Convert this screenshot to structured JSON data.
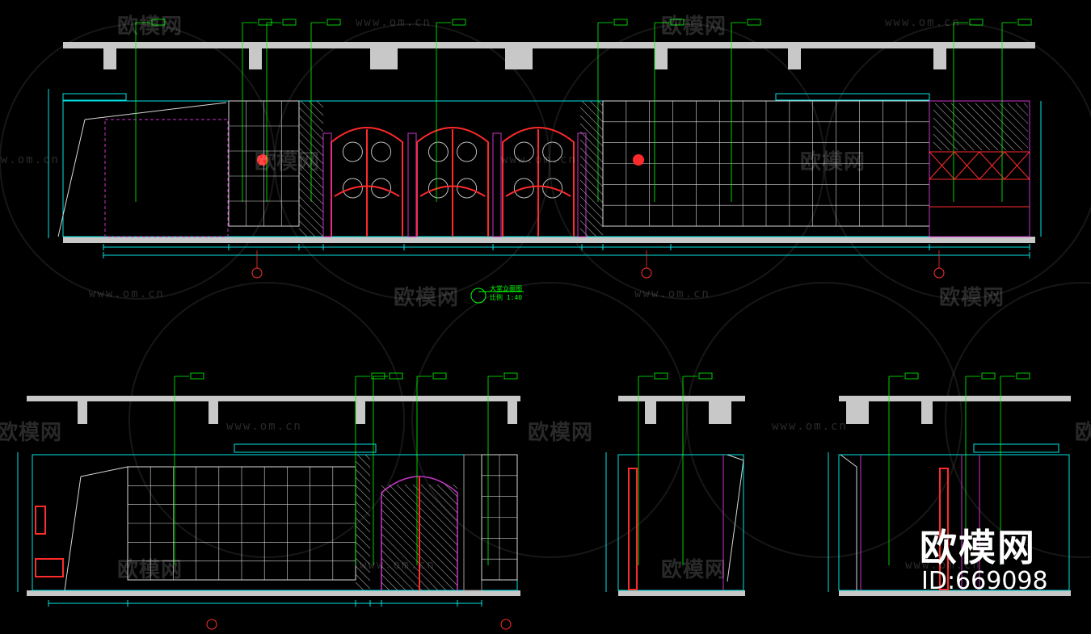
{
  "watermark": {
    "brand": "欧模网",
    "url": "www.om.cn"
  },
  "drawing": {
    "title": "大堂立面图",
    "scale": "比例 1:40"
  },
  "branding": {
    "logo_text": "欧模网",
    "id_text": "ID:669098"
  },
  "colors": {
    "background": "#000000",
    "wall": "#c8c8c8",
    "frame": "#00e5e5",
    "tile": "#d8d8d8",
    "partition": "#cc33cc",
    "door": "#ff2a2a",
    "annotation": "#00ff00",
    "grid_marker": "#ff3030"
  }
}
